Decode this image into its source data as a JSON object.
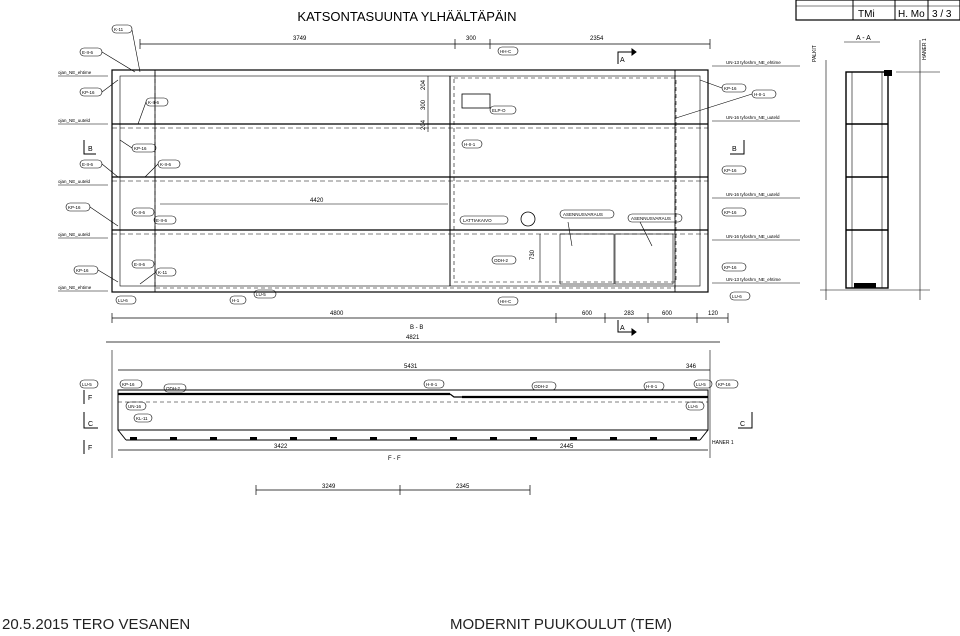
{
  "title": "KATSONTASUUNTA YLHÄÄLTÄPÄIN",
  "title_block": {
    "drawn": "TMi",
    "checked": "H. Mo",
    "sheet": "3 / 3"
  },
  "section_aa": "A - A",
  "section_bb": "B - B",
  "section_ff": "F - F",
  "dims_top": [
    "3749",
    "300",
    "2354"
  ],
  "dims_mid": [
    "204",
    "300",
    "204"
  ],
  "dim_inner": "4420",
  "dim_730": "730",
  "dims_bottom": [
    "4800",
    "600",
    "283",
    "600",
    "120"
  ],
  "dim_overall": "4821",
  "dims_ff": [
    "5431",
    "346"
  ],
  "dims_ff_bottom": [
    "3422",
    "2445"
  ],
  "dims_ff_lower": [
    "3249",
    "2345"
  ],
  "tags_left": [
    "K-11",
    "E-II-6",
    "KP-16",
    "K-II-6",
    "KP-16",
    "E-II-6",
    "K-II-6",
    "KP-16",
    "K-II-6",
    "E-II-6",
    "E-II-6",
    "K-11",
    "KP-16",
    "LU-6",
    "H-1",
    "LU-5"
  ],
  "tags_ojan": [
    "ojan_NE_ehtime",
    "ojan_NE_uuteld",
    "ojan_NE_uuteld",
    "ojan_NE_uuteld",
    "ojan_NE_ehtime"
  ],
  "tags_right": [
    "HH-C",
    "UN-13 tyfoshm_NE_ehtime",
    "KP-16",
    "H-II-1",
    "UN-16 tyfoshm_NE_uuteld",
    "KP-16",
    "UN-16 tyfoshm_NE_uuteld",
    "KP-16",
    "UN-16 tyfoshm_NE_uuteld",
    "KP-16",
    "UN-13 tyfoshm_NE_ehtime",
    "LU-6"
  ],
  "tags_center": [
    "ELP-O",
    "H-II-1",
    "LATTIAKAIVO",
    "ASENNUSVARAUS",
    "ASENNUSVARAUS",
    "ODH-2",
    "HH-C"
  ],
  "tags_ff": [
    "LU-5",
    "KP-16",
    "ODH-2",
    "H-II-1",
    "ODH-2",
    "H-II-1",
    "LU-5",
    "KP-16",
    "UN-16",
    "KL-11",
    "LU-6"
  ],
  "aa_labels": [
    "PALKIT",
    "HANER 1",
    "HANER 1"
  ],
  "arrow_labels": [
    "A",
    "A",
    "B",
    "B",
    "F",
    "F",
    "C",
    "C"
  ],
  "footer_left": "20.5.2015 TERO VESANEN",
  "footer_right": "MODERNIT PUUKOULUT (TEM)"
}
